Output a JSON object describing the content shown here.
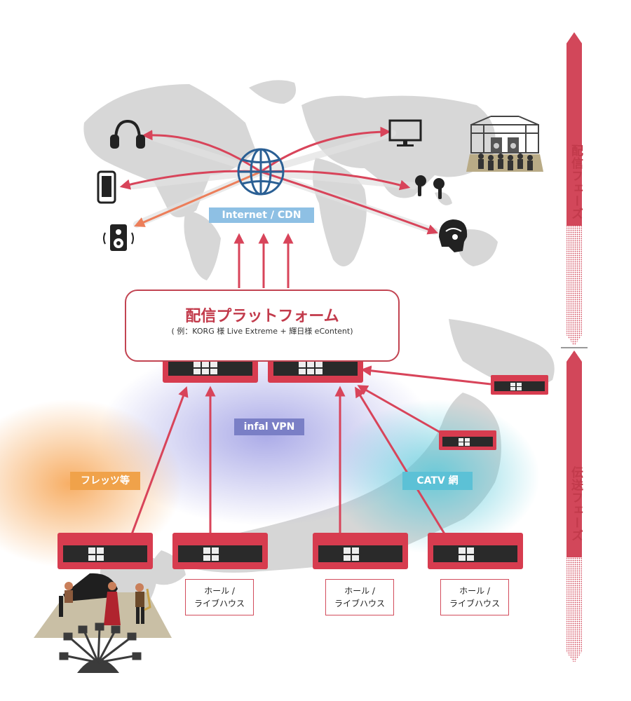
{
  "labels": {
    "cdn": "Internet / CDN",
    "platform_title": "配信プラットフォーム",
    "platform_sub": "( 例：KORG 様 Live Extreme + 輝日様 eContent)",
    "vpn": "infal VPN",
    "flets": "フレッツ等",
    "catv": "CATV 網"
  },
  "venues": [
    {
      "line1": "ホール /",
      "line2": "ライブハウス"
    },
    {
      "line1": "ホール /",
      "line2": "ライブハウス"
    },
    {
      "line1": "ホール /",
      "line2": "ライブハウス"
    }
  ],
  "phases": {
    "distribution": "配信フェーズ",
    "transmission": "伝送フェーズ"
  },
  "colors": {
    "accent_red": "#c23a4b",
    "arrow_red": "#d8445a",
    "cdn_blue": "#8ec0e4",
    "vpn_purple": "#7a7fc6",
    "flets_orange": "#f0a24a",
    "catv_cyan": "#5cc1d6",
    "map_gray": "#d6d6d6"
  },
  "icons": [
    "headphones-icon",
    "smartphone-icon",
    "speaker-icon",
    "globe-icon",
    "monitor-icon",
    "earbuds-icon",
    "vr-headset-icon",
    "concert-stage-icon",
    "encoder-device-icon",
    "musicians-icon",
    "microphones-icon"
  ]
}
